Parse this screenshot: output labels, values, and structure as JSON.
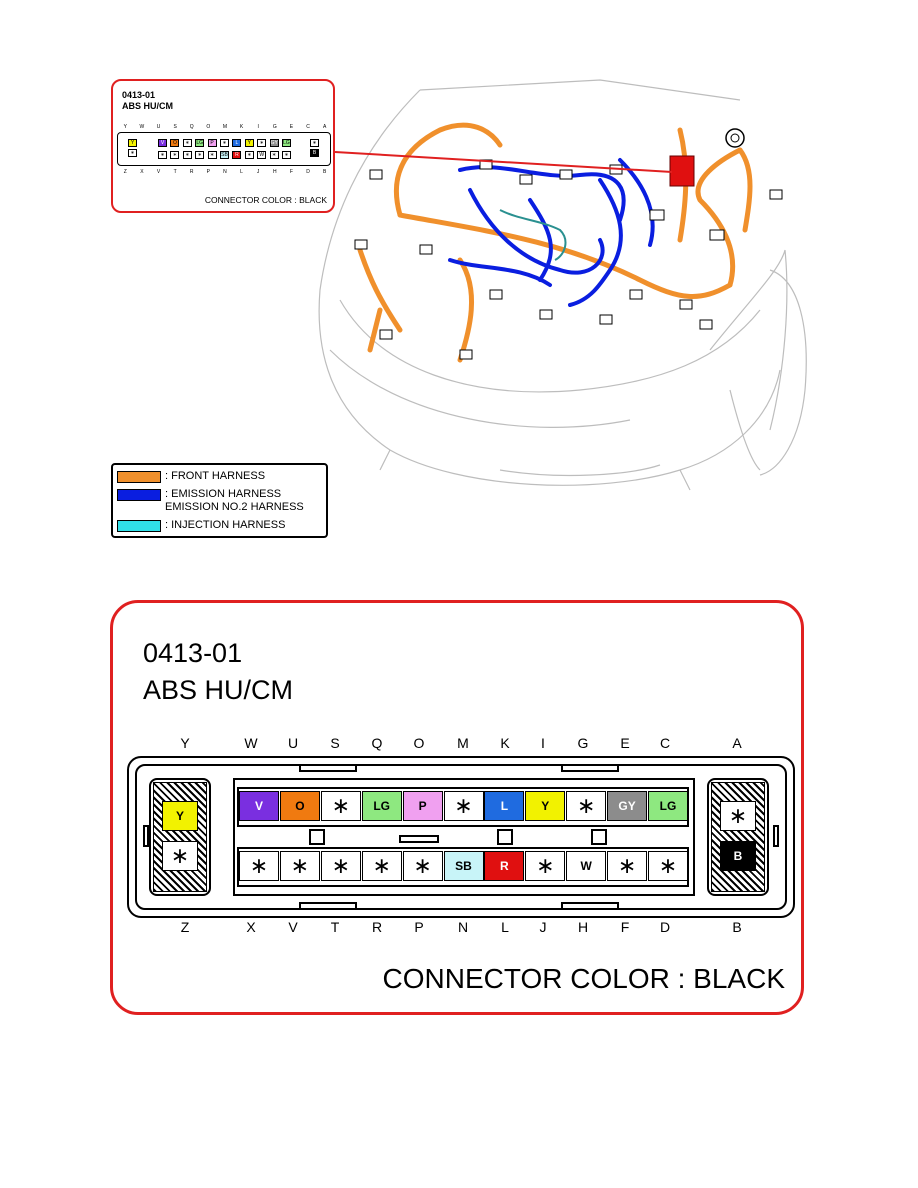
{
  "colors": {
    "callout_border": "#e02020",
    "front_harness": "#f0902c",
    "emission_harness": "#0a1ee0",
    "injection_harness": "#30e0e8",
    "pin_V": "#7a2fe0",
    "pin_O": "#f07a10",
    "pin_LG": "#8ee880",
    "pin_P": "#f0a0f0",
    "pin_L": "#1f6be0",
    "pin_Y": "#f2f200",
    "pin_GY": "#8c8c8c",
    "pin_SB": "#c8f4f8",
    "pin_R": "#e01010",
    "pin_W": "#ffffff",
    "pin_B": "#000000"
  },
  "connector": {
    "code": "0413-01",
    "name": "ABS HU/CM",
    "caption": "CONNECTOR COLOR : BLACK",
    "top_letters": [
      "Y",
      "W",
      "U",
      "S",
      "Q",
      "O",
      "M",
      "K",
      "I",
      "G",
      "E",
      "C",
      "A"
    ],
    "bottom_letters": [
      "Z",
      "X",
      "V",
      "T",
      "R",
      "P",
      "N",
      "L",
      "J",
      "H",
      "F",
      "D",
      "B"
    ],
    "left_pins": [
      {
        "label": "Y",
        "color": "#f2f200"
      },
      {
        "label": "*",
        "color": "#ffffff"
      }
    ],
    "right_pins": [
      {
        "label": "*",
        "color": "#ffffff"
      },
      {
        "label": "B",
        "color": "#000000"
      }
    ],
    "top_row": [
      {
        "label": "V",
        "color": "#7a2fe0"
      },
      {
        "label": "O",
        "color": "#f07a10"
      },
      {
        "label": "*",
        "color": "#ffffff"
      },
      {
        "label": "LG",
        "color": "#8ee880"
      },
      {
        "label": "P",
        "color": "#f0a0f0"
      },
      {
        "label": "*",
        "color": "#ffffff"
      },
      {
        "label": "L",
        "color": "#1f6be0"
      },
      {
        "label": "Y",
        "color": "#f2f200"
      },
      {
        "label": "*",
        "color": "#ffffff"
      },
      {
        "label": "GY",
        "color": "#8c8c8c"
      },
      {
        "label": "LG",
        "color": "#8ee880"
      }
    ],
    "bottom_row": [
      {
        "label": "*",
        "color": "#ffffff"
      },
      {
        "label": "*",
        "color": "#ffffff"
      },
      {
        "label": "*",
        "color": "#ffffff"
      },
      {
        "label": "*",
        "color": "#ffffff"
      },
      {
        "label": "*",
        "color": "#ffffff"
      },
      {
        "label": "SB",
        "color": "#c8f4f8"
      },
      {
        "label": "R",
        "color": "#e01010"
      },
      {
        "label": "*",
        "color": "#ffffff"
      },
      {
        "label": "W",
        "color": "#ffffff"
      },
      {
        "label": "*",
        "color": "#ffffff"
      },
      {
        "label": "*",
        "color": "#ffffff"
      }
    ]
  },
  "legend": [
    {
      "text": "FRONT HARNESS",
      "color": "#f0902c"
    },
    {
      "text": "EMISSION HARNESS",
      "text2": "EMISSION NO.2 HARNESS",
      "color": "#0a1ee0"
    },
    {
      "text": "INJECTION HARNESS",
      "color": "#30e0e8"
    }
  ],
  "legend_prefix": ":"
}
